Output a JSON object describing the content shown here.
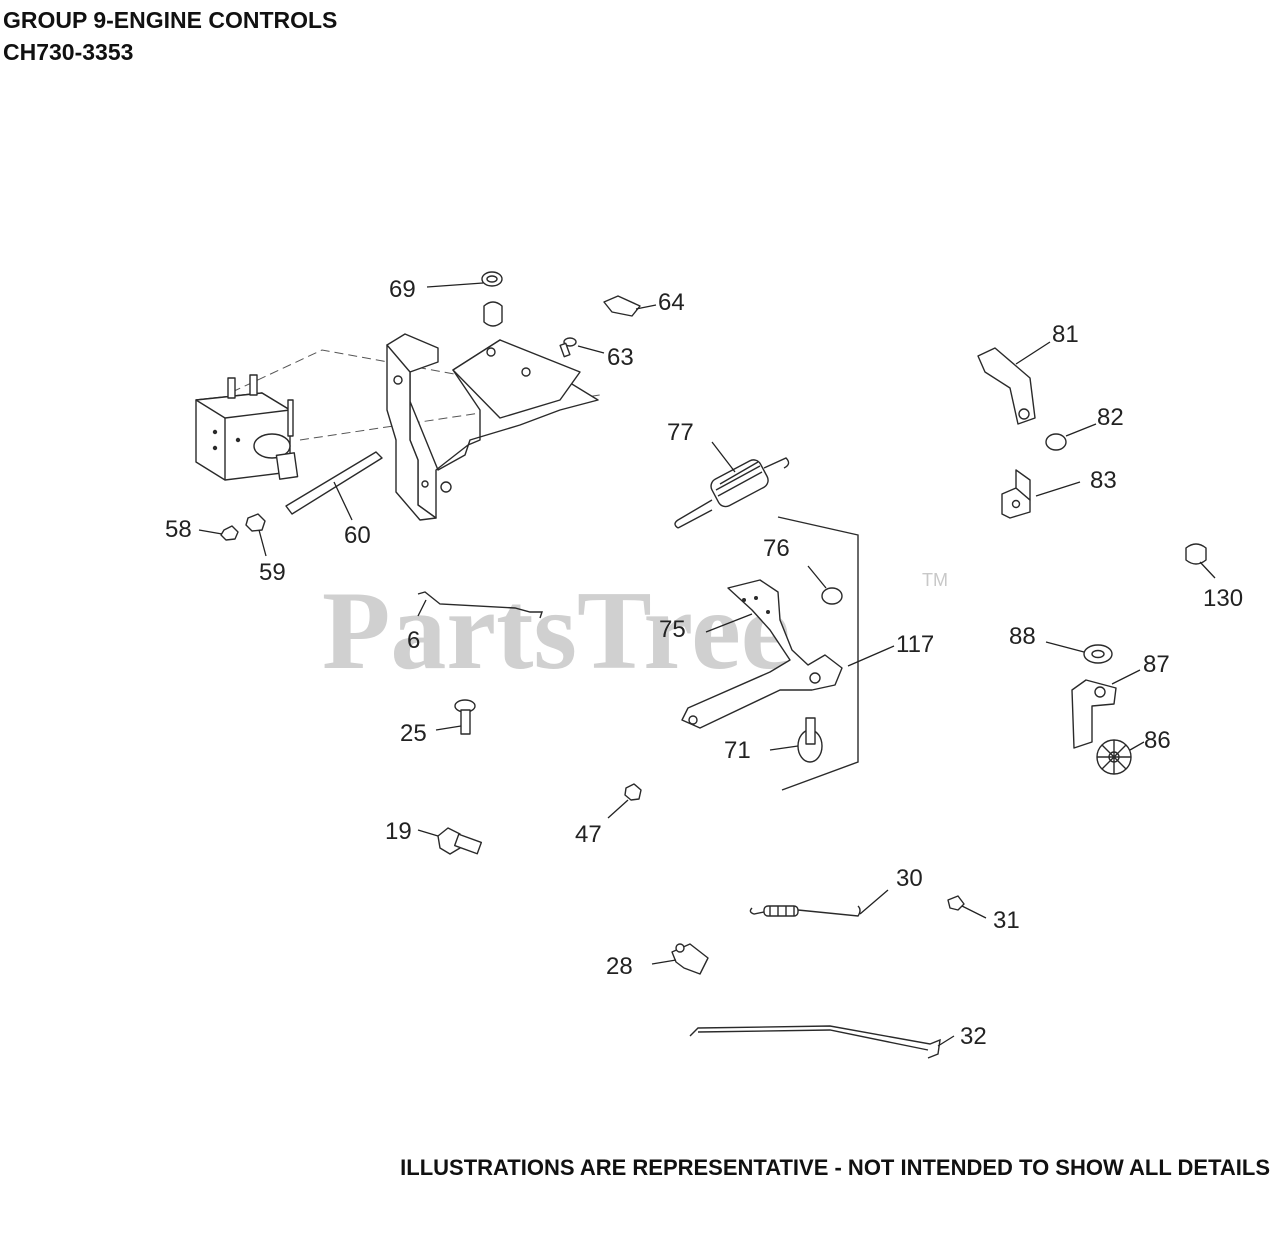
{
  "header": {
    "title": "GROUP 9-ENGINE CONTROLS",
    "model": "CH730-3353"
  },
  "watermark": {
    "brand": "PartsTree",
    "tm": "TM"
  },
  "callouts": [
    "69",
    "64",
    "63",
    "81",
    "82",
    "83",
    "77",
    "58",
    "59",
    "60",
    "76",
    "130",
    "6",
    "75",
    "117",
    "88",
    "87",
    "86",
    "25",
    "71",
    "19",
    "47",
    "30",
    "31",
    "28",
    "32"
  ],
  "footer": {
    "note": "ILLUSTRATIONS ARE REPRESENTATIVE - NOT INTENDED TO SHOW ALL DETAILS"
  },
  "colors": {
    "ink": "#222222",
    "watermark": "#d0d0d0",
    "background": "#ffffff"
  }
}
